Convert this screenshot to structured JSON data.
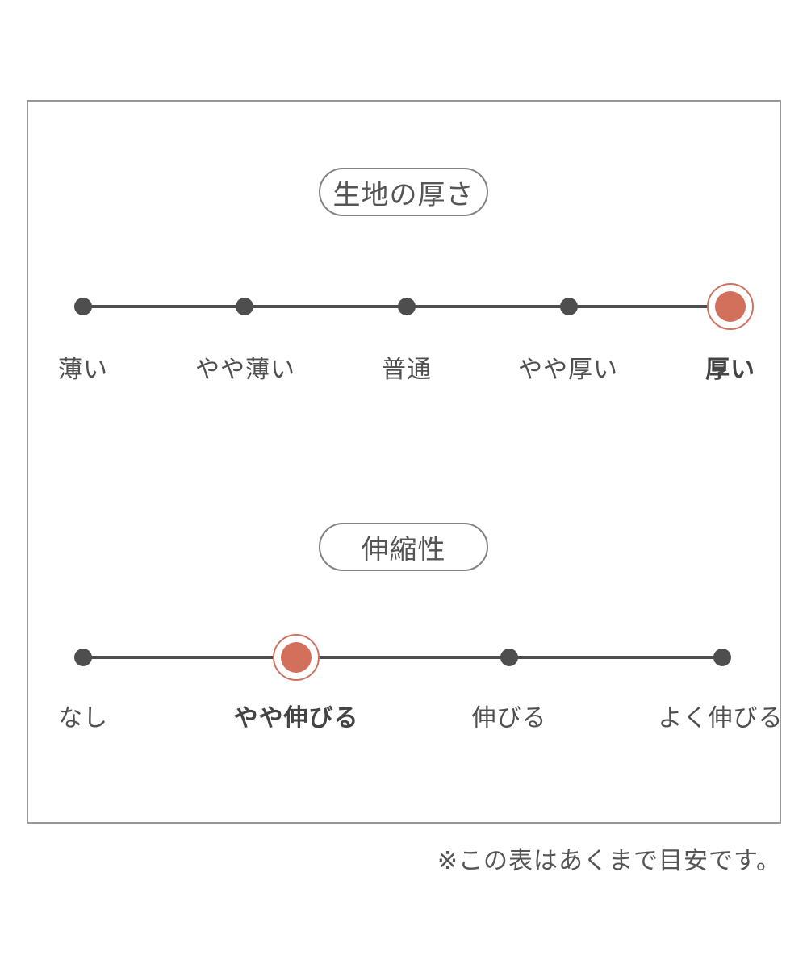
{
  "note": "※この表はあくまで目安です。",
  "colors": {
    "accent_dot": "#d3705b",
    "accent_ring": "#cd7260",
    "scale_gray": "#4e4e4e",
    "text_gray": "#555555",
    "panel_border": "#979797"
  },
  "chart_data": [
    {
      "type": "scale",
      "title": "生地の厚さ",
      "options": [
        "薄い",
        "やや薄い",
        "普通",
        "やや厚い",
        "厚い"
      ],
      "selected_index": 4,
      "selected_label": "厚い",
      "value": 5,
      "max": 5
    },
    {
      "type": "scale",
      "title": "伸縮性",
      "options": [
        "なし",
        "やや伸びる",
        "伸びる",
        "よく伸びる"
      ],
      "selected_index": 1,
      "selected_label": "やや伸びる",
      "value": 2,
      "max": 4
    }
  ]
}
